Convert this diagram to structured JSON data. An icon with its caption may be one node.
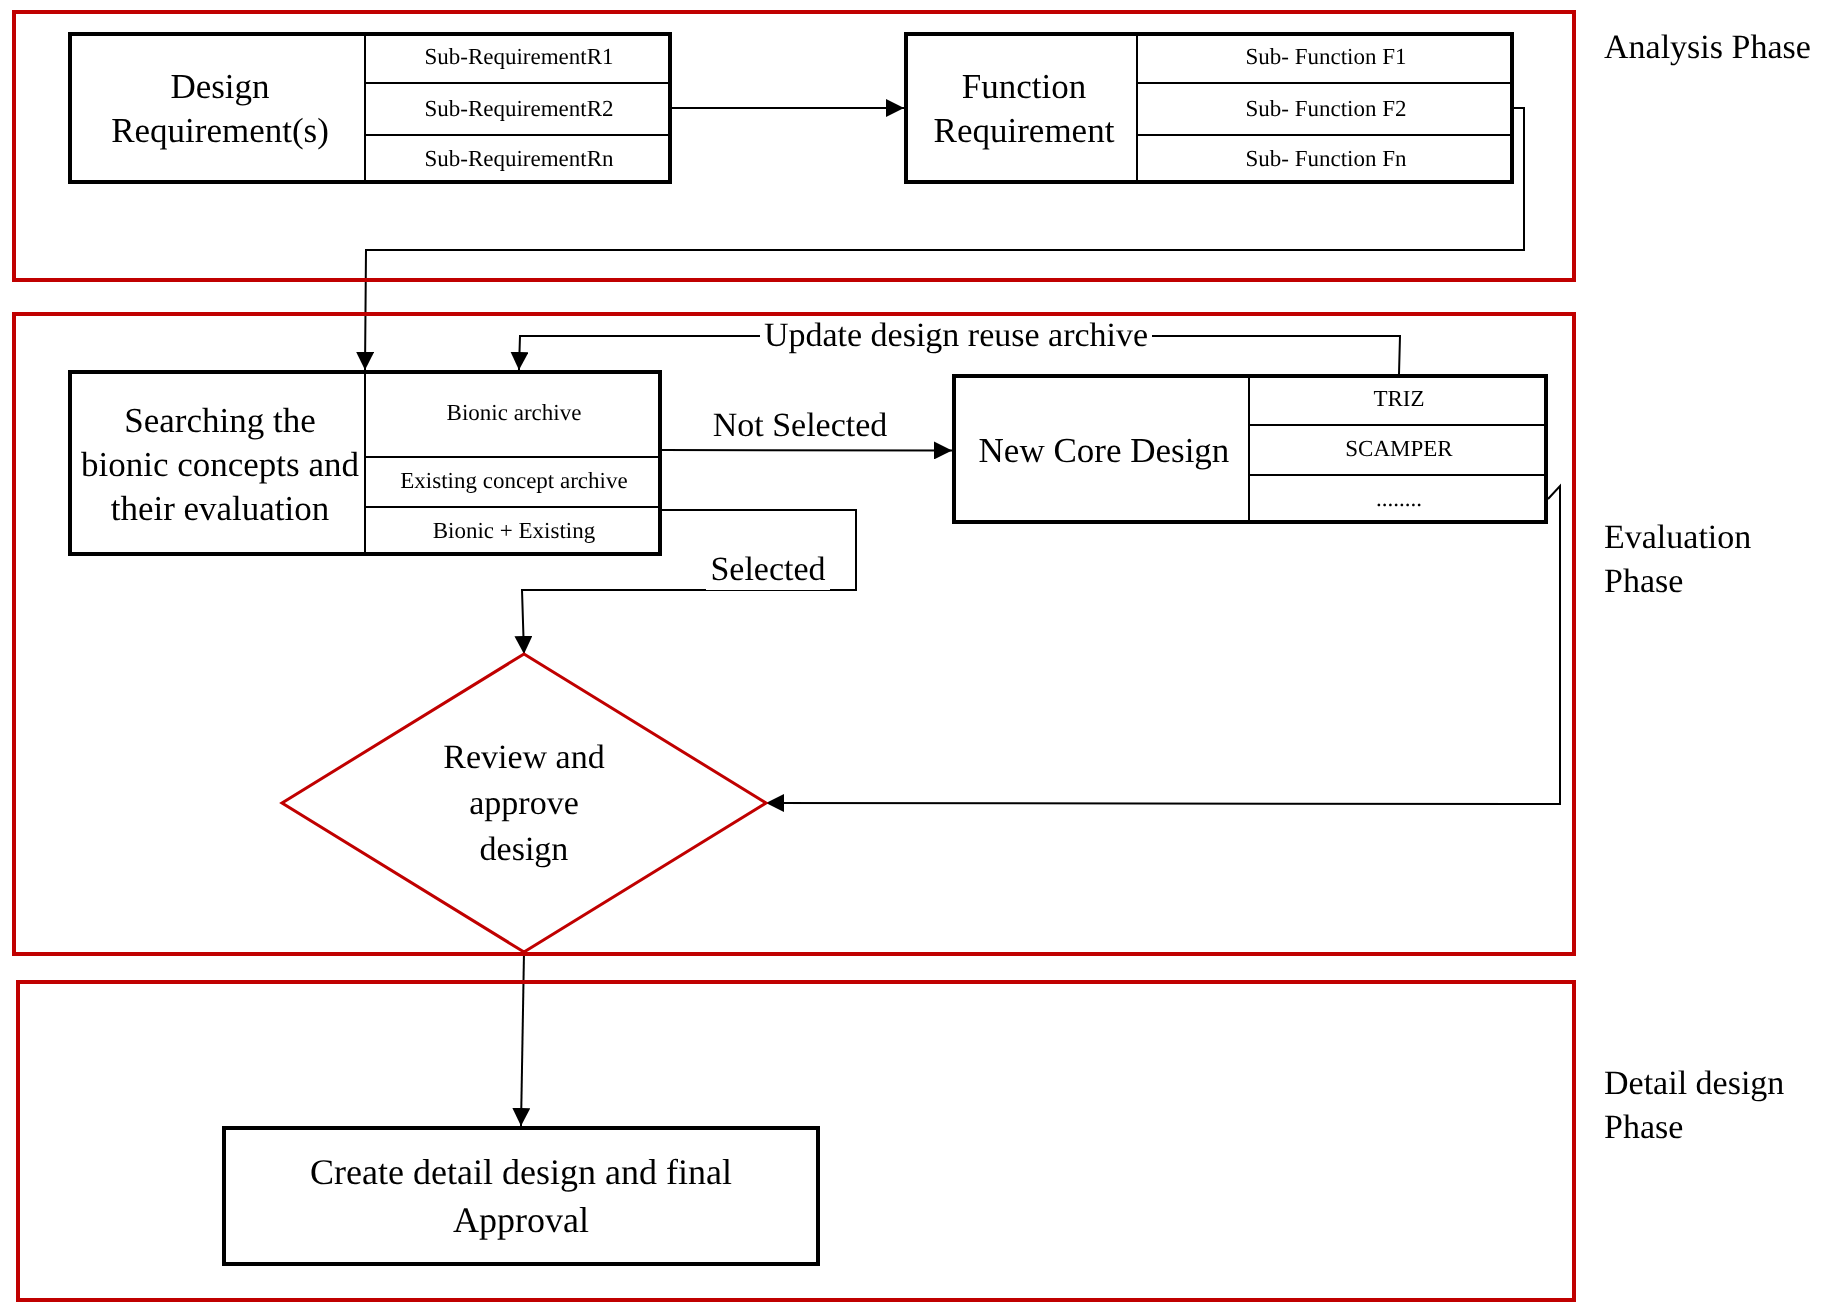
{
  "diagram": {
    "nodes": [
      {
        "text": [
          "Analysis Phase"
        ]
      },
      {
        "text": [
          "Design Requirement(s)"
        ],
        "in": 0
      },
      {
        "text": [
          "Sub-RequirementR1"
        ],
        "in": 1
      },
      {
        "text": [
          "Sub-RequirementR2"
        ],
        "in": 1
      },
      {
        "text": [
          "Sub-RequirementRn"
        ],
        "in": 1
      },
      {
        "text": [
          "Function Requirement"
        ],
        "in": 0
      },
      {
        "text": [
          "Sub- Function F1"
        ],
        "in": 5
      },
      {
        "text": [
          "Sub- Function F2"
        ],
        "in": 5
      },
      {
        "text": [
          "Sub- Function Fn"
        ],
        "in": 5
      },
      {
        "text": [
          "Evaluation Phase"
        ]
      },
      {
        "text": [
          "Searching the bionic concepts and their evaluation"
        ],
        "in": 9
      },
      {
        "text": [
          "Bionic archive"
        ],
        "in": 10
      },
      {
        "text": [
          "Existing concept archive"
        ],
        "in": 10
      },
      {
        "text": [
          "Bionic + Existing"
        ],
        "in": 10
      },
      {
        "text": [
          "New Core Design"
        ],
        "in": 9
      },
      {
        "text": [
          "TRIZ"
        ],
        "in": 14
      },
      {
        "text": [
          "SCAMPER"
        ],
        "in": 14
      },
      {
        "text": [
          "........"
        ],
        "in": 14
      },
      {
        "text": [
          "Review and approve design"
        ],
        "in": 9
      },
      {
        "text": [
          "Detail design Phase"
        ]
      },
      {
        "text": [
          "Create detail design and final Approval"
        ],
        "in": 19
      }
    ],
    "edges": [
      {
        "from": 3,
        "to": 5,
        "arrow": "to"
      },
      {
        "from": 7,
        "to": 10,
        "arrow": "to"
      },
      {
        "from": 14,
        "to": 11,
        "arrow": "to",
        "label": "Update design reuse archive"
      },
      {
        "from": 11,
        "to": 14,
        "arrow": "to",
        "label": "Not Selected"
      },
      {
        "from": 13,
        "to": 18,
        "arrow": "to",
        "label": "Selected"
      },
      {
        "from": 17,
        "to": 18,
        "arrow": "to"
      },
      {
        "from": 18,
        "to": 20,
        "arrow": "to"
      }
    ]
  }
}
